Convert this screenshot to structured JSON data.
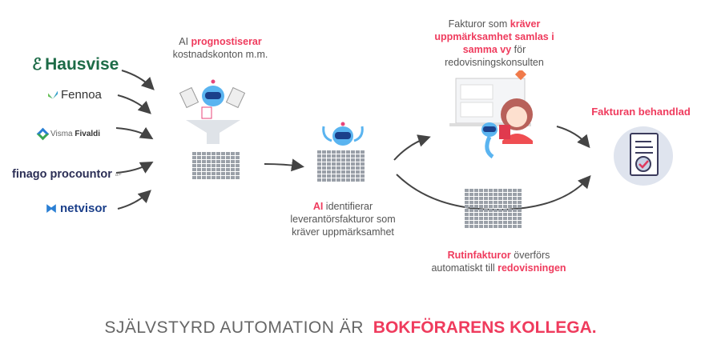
{
  "sources": [
    {
      "name": "Hausvise"
    },
    {
      "name": "Fennoa"
    },
    {
      "name": "Visma",
      "name2": "Fivaldi"
    },
    {
      "name": "finago procountor",
      "sup": "a+"
    },
    {
      "name": "netvisor"
    }
  ],
  "step1": {
    "highlight": "prognostiserar",
    "prefix": "AI ",
    "line2": "kostnadskonton m.m."
  },
  "step2": {
    "highlight": "AI",
    "rest": " identifierar",
    "line2": "leverantörsfakturor som",
    "line3": "kräver uppmärksamhet"
  },
  "step3": {
    "prefix": "Fakturor som ",
    "highlight": "kräver uppmärksamhet samlas i samma vy",
    "suffix": " för",
    "line_last": "redovisningskonsulten"
  },
  "step4": {
    "highlight": "Rutinfakturor",
    "rest": " överförs",
    "line2_prefix": "automatiskt till ",
    "line2_highlight": "redovisningen"
  },
  "result": {
    "label": "Fakturan behandlad"
  },
  "tagline": {
    "prefix": "SJÄLVSTYRD AUTOMATION ÄR",
    "highlight": "BOKFÖRARENS KOLLEGA."
  },
  "colors": {
    "accent": "#ef3b5d",
    "text": "#555555",
    "hausvise": "#1d6b47",
    "procountor": "#2b2e55",
    "netvisor": "#1b3f8a"
  }
}
